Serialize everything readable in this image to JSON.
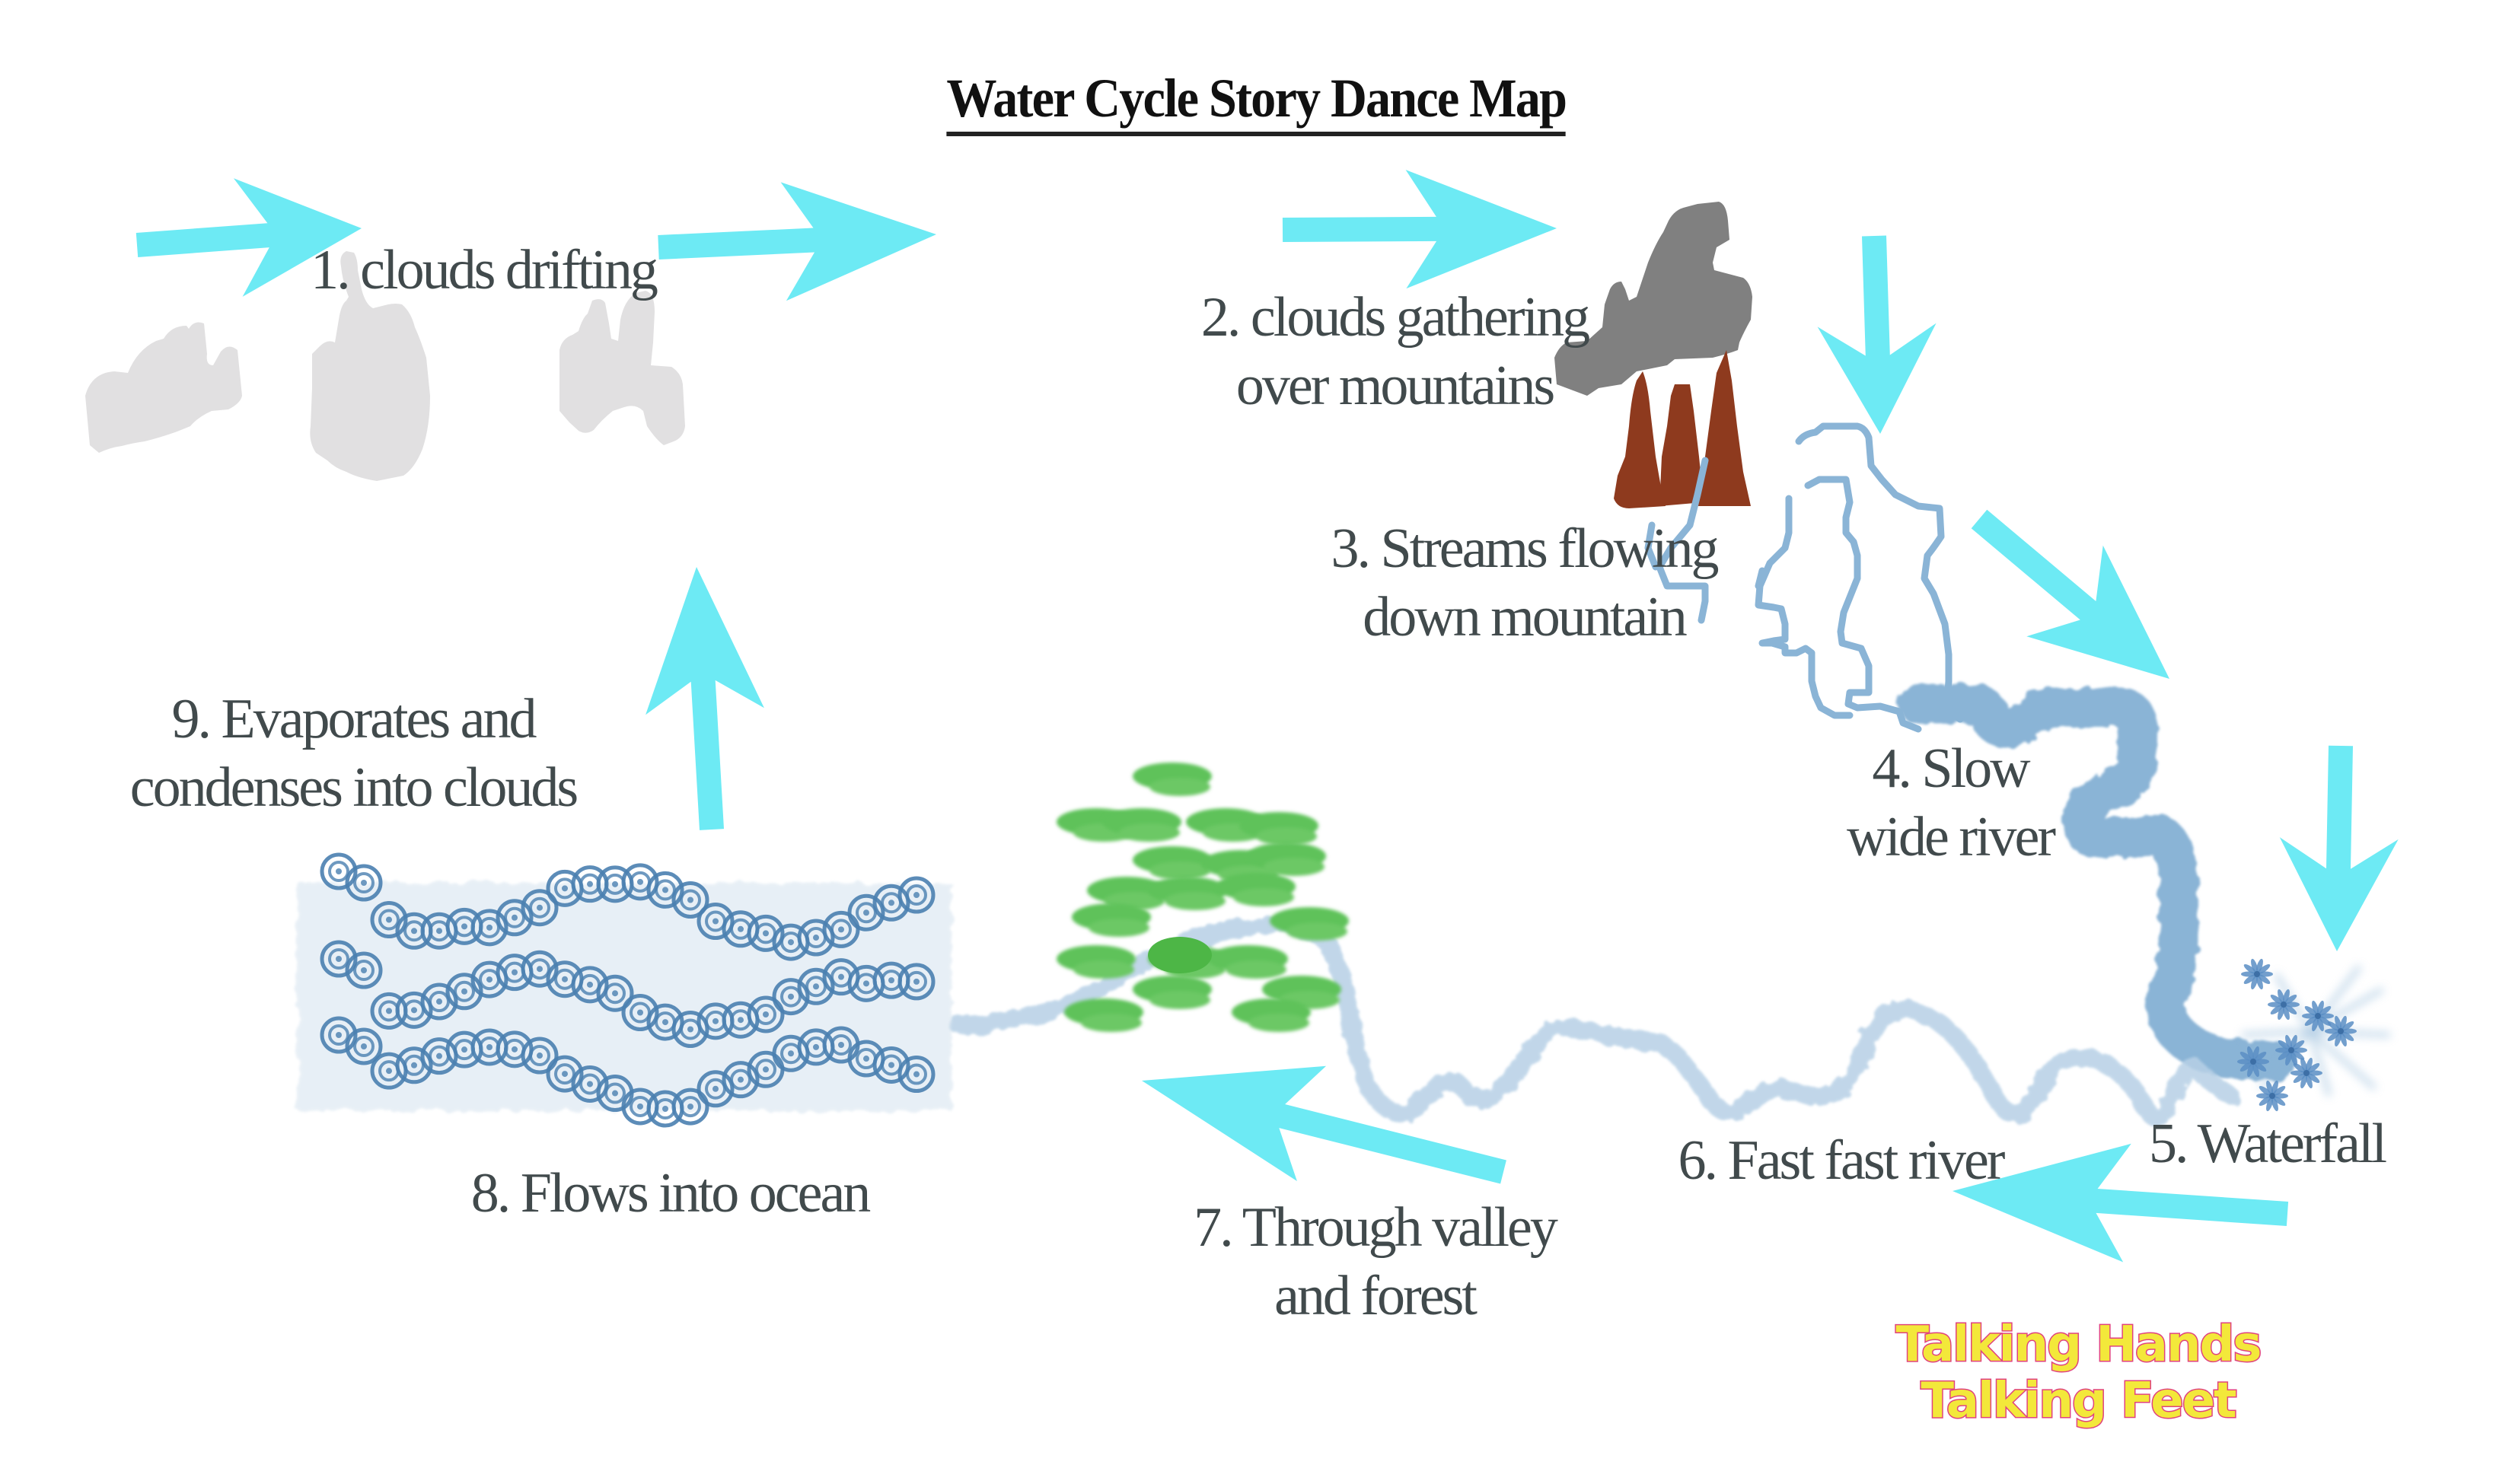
{
  "title": "Water Cycle Story Dance Map",
  "colors": {
    "arrow": "#6deaf4",
    "label_text": "#414a4c",
    "cloud_light": "#e1e0e1",
    "cloud_dark": "#808080",
    "mountain": "#8e3a1e",
    "stream": "#8ab4d6",
    "ocean_swirl": "#4a80b0",
    "forest": "#5fc25a",
    "logo_fill": "#f3e83a",
    "logo_stroke": "#e0427f"
  },
  "steps": [
    {
      "number": 1,
      "lines": [
        "1. clouds drifting"
      ]
    },
    {
      "number": 2,
      "lines": [
        "2. clouds gathering",
        "over mountains"
      ]
    },
    {
      "number": 3,
      "lines": [
        "3. Streams flowing",
        "down mountain"
      ]
    },
    {
      "number": 4,
      "lines": [
        "4. Slow",
        "wide river"
      ]
    },
    {
      "number": 5,
      "lines": [
        "5. Waterfall"
      ]
    },
    {
      "number": 6,
      "lines": [
        "6. Fast fast river"
      ]
    },
    {
      "number": 7,
      "lines": [
        "7. Through valley",
        "and forest"
      ]
    },
    {
      "number": 8,
      "lines": [
        "8. Flows into ocean"
      ]
    },
    {
      "number": 9,
      "lines": [
        "9. Evaporates and",
        "condenses into clouds"
      ]
    }
  ],
  "logo": {
    "words": [
      "Talking",
      "Hands",
      "Talking",
      "Feet"
    ],
    "text": "Talking Hands Talking Feet"
  }
}
